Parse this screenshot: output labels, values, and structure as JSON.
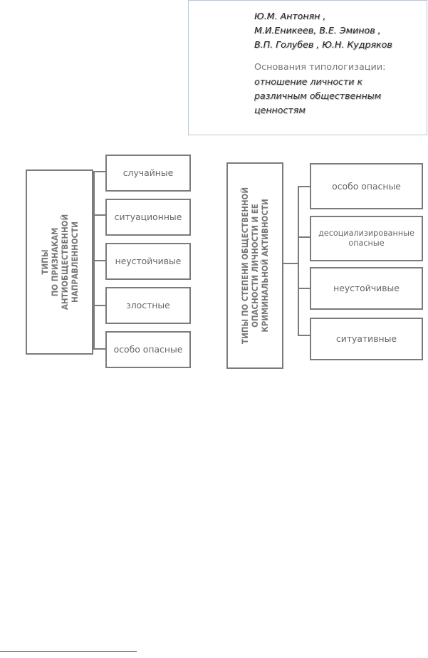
{
  "authors": [
    "Ю.М. Антонян ,",
    "М.И.Еникеев, В.Е. Эминов ,",
    "В.П. Голубев , Ю.Н. Кудряков"
  ],
  "basis": {
    "label": "Основания типологизации:",
    "lines": [
      "отношение личности к",
      "различным общественным",
      "ценностям"
    ]
  },
  "left_block": {
    "title": "ТИПЫ\nПО ПРИЗНАКАМ\nАНТИОБЩЕСТВЕННОЙ\nНАПРАВЛЕННОСТИ",
    "items": [
      "случайные",
      "ситуационные",
      "неустойчивые",
      "злостные",
      "особо опасные"
    ]
  },
  "right_block": {
    "title": "ТИПЫ ПО СТЕПЕНИ ОБЩЕСТВЕННОЙ\nОПАСНОСТИ ЛИЧНОСТИ И ЕЕ\nКРИМИНАЛЬНОЙ АКТИВНОСТИ",
    "items": [
      "особо опасные",
      "десоциализированные опасные",
      "неустойчивые",
      "ситуативные"
    ]
  }
}
